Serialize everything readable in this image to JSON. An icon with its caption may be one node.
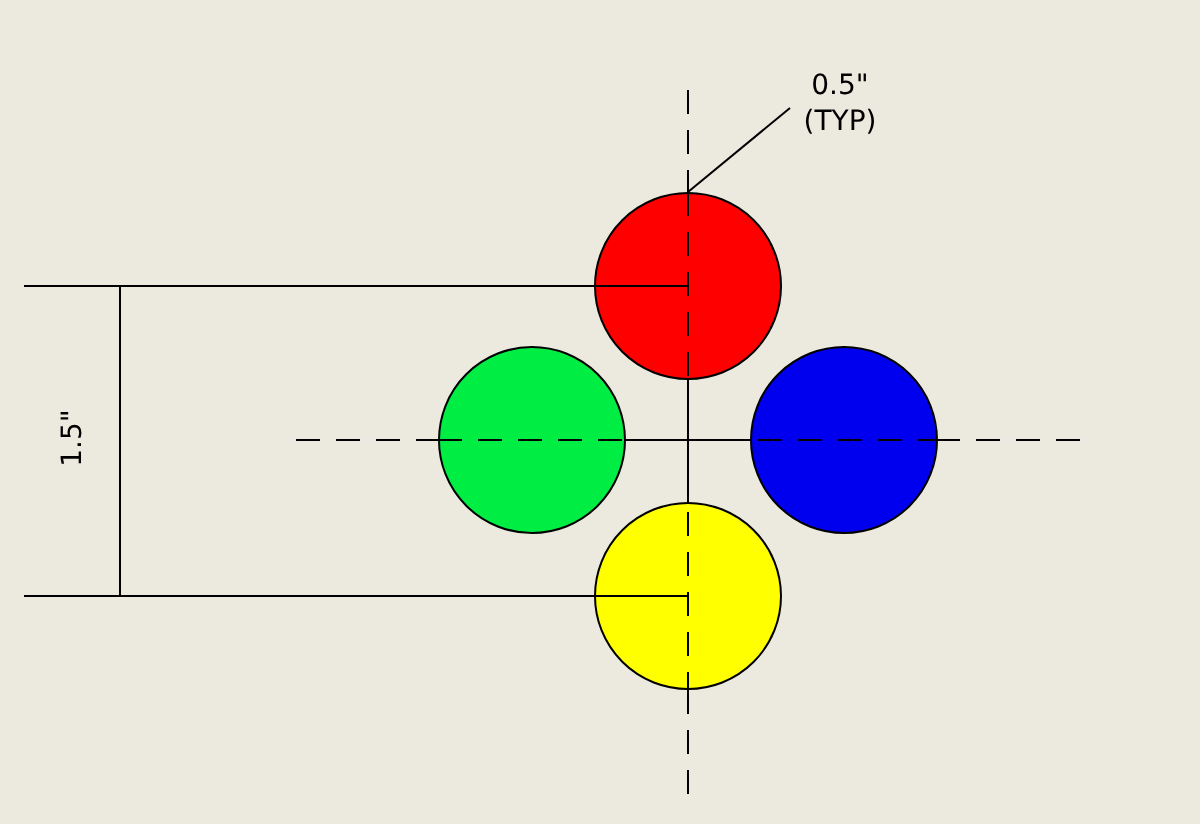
{
  "diagram": {
    "nodes": [
      {
        "text": [
          "0.5\" (TYP)"
        ]
      },
      {
        "text": [],
        "shape": "circle"
      },
      {
        "text": [],
        "shape": "circle"
      },
      {
        "text": [],
        "shape": "circle"
      },
      {
        "text": [],
        "shape": "circle"
      }
    ],
    "edges": [
      {
        "from": 0,
        "to": 1,
        "arrow": "none"
      }
    ],
    "labels": [
      "1.5\""
    ]
  }
}
